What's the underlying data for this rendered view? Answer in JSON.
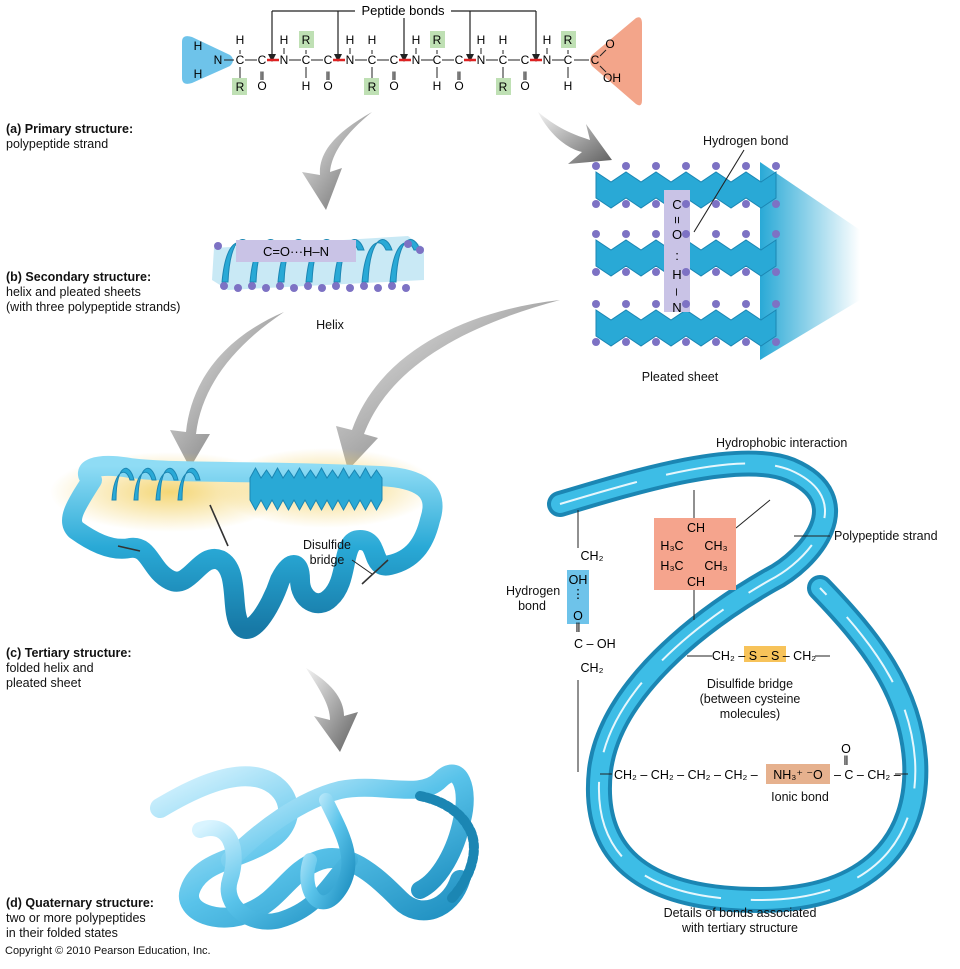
{
  "primary": {
    "top_label": "Peptide bonds",
    "chain": {
      "h": "H",
      "n": "N",
      "c": "C",
      "o": "O",
      "r": "R",
      "oh": "OH",
      "bond": "–"
    },
    "title": "(a) Primary structure:",
    "desc": "polypeptide strand"
  },
  "secondary": {
    "title": "(b) Secondary structure:",
    "desc_line1": "helix and pleated sheets",
    "desc_line2": "(with three polypeptide strands)",
    "helix_label": "Helix",
    "helix_bond": "C=O···H–N",
    "sheet_label": "Pleated sheet",
    "sheet_bond_label": "Hydrogen bond",
    "sheet_bond_atoms": [
      "C",
      "=",
      "O",
      ":",
      "H",
      "–",
      "N"
    ]
  },
  "tertiary": {
    "title": "(c) Tertiary structure:",
    "desc_line1": "folded helix and",
    "desc_line2": "pleated sheet",
    "disulfide_line1": "Disulfide",
    "disulfide_line2": "bridge"
  },
  "quaternary": {
    "title": "(d) Quaternary structure:",
    "desc_line1": "two or more polypeptides",
    "desc_line2": "in their folded states"
  },
  "details": {
    "hydrophobic_label": "Hydrophobic interaction",
    "polypeptide_label": "Polypeptide strand",
    "hydrogen_bond_line1": "Hydrogen",
    "hydrogen_bond_line2": "bond",
    "ch": "CH",
    "h3c": "H₃C",
    "ch3": "CH₃",
    "ch2": "CH₂",
    "oh": "OH",
    "o": "O",
    "c": "C",
    "c_oh": "C – OH",
    "disulfide_formula": "CH₂ – S – S – CH₂",
    "disulfide_line1": "Disulfide bridge",
    "disulfide_line2": "(between cysteine",
    "disulfide_line3": "molecules)",
    "ionic_chain": "CH₂ – CH₂ – CH₂ – CH₂ –",
    "ionic_pair": "NH₃⁺ ⁻O",
    "ionic_tail": "– C – CH₂ –",
    "ionic_label": "Ionic bond",
    "caption_line1": "Details of bonds associated",
    "caption_line2": "with tertiary structure"
  },
  "copyright": "Copyright © 2010 Pearson Education, Inc.",
  "colors": {
    "strand": "#29a9d6",
    "strand_dark": "#1b86b3",
    "amino_blue": "#6ec3ea",
    "carboxyl_salmon": "#f3a58a",
    "r_green": "#bfe0b4",
    "bond_lavender": "#c9c3e6",
    "atom_purple": "#7d72c4",
    "hydrophobic_box": "#f5a48d",
    "disulfide_box": "#f7c35a",
    "ionic_box": "#e6b18e",
    "glow": "#f5d77a",
    "arrow_gray": "#8c8c8c"
  }
}
